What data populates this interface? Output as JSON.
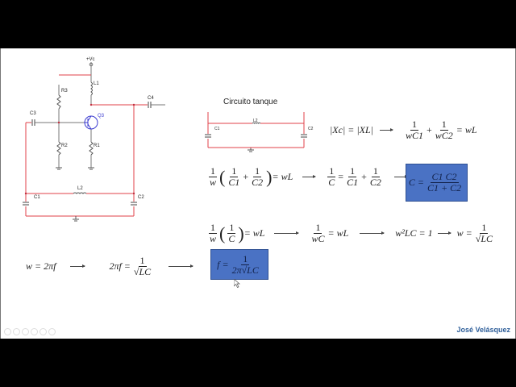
{
  "slide": {
    "author": "José Velásquez",
    "tank_title": "Circuito tanque",
    "colors": {
      "wire_red": "#e0404a",
      "wire_gray": "#666666",
      "box_blue": "#4a72c4",
      "transistor_blue": "#3a3ad0"
    },
    "schematic": {
      "supply": "+Vc",
      "labels": {
        "L1": "L1",
        "R3": "R3",
        "R2": "R2",
        "R1": "R1",
        "C3": "C3",
        "C4": "C4",
        "Q3": "Q3",
        "L2": "L2",
        "C1": "C1",
        "C2": "C2"
      }
    },
    "tank": {
      "L2": "L2",
      "C1": "C1",
      "C2": "C2"
    },
    "eq": {
      "xc_xl": "|Xc| = |XL|",
      "one": "1",
      "wC1": "wC1",
      "wC2": "wC2",
      "plus": "+",
      "eq_wL": "= wL",
      "w": "w",
      "C1": "C1",
      "C2": "C2",
      "C": "C",
      "C_eq": "C =",
      "one_over_C_eq": "=",
      "C1C2": "C1 C2",
      "C1plusC2": "C1 + C2",
      "wC": "wC",
      "w2LC": "w²LC = 1",
      "w_eq": "w =",
      "sqrtLC": "√LC",
      "w_2pif": "w = 2πf",
      "twopif_eq": "2πf =",
      "f_eq": "f =",
      "two_pi_sqrtLC": "2π√LC"
    },
    "controls": [
      "prev-icon",
      "next-icon",
      "pen-icon",
      "slides-icon",
      "zoom-icon",
      "more-icon"
    ]
  }
}
